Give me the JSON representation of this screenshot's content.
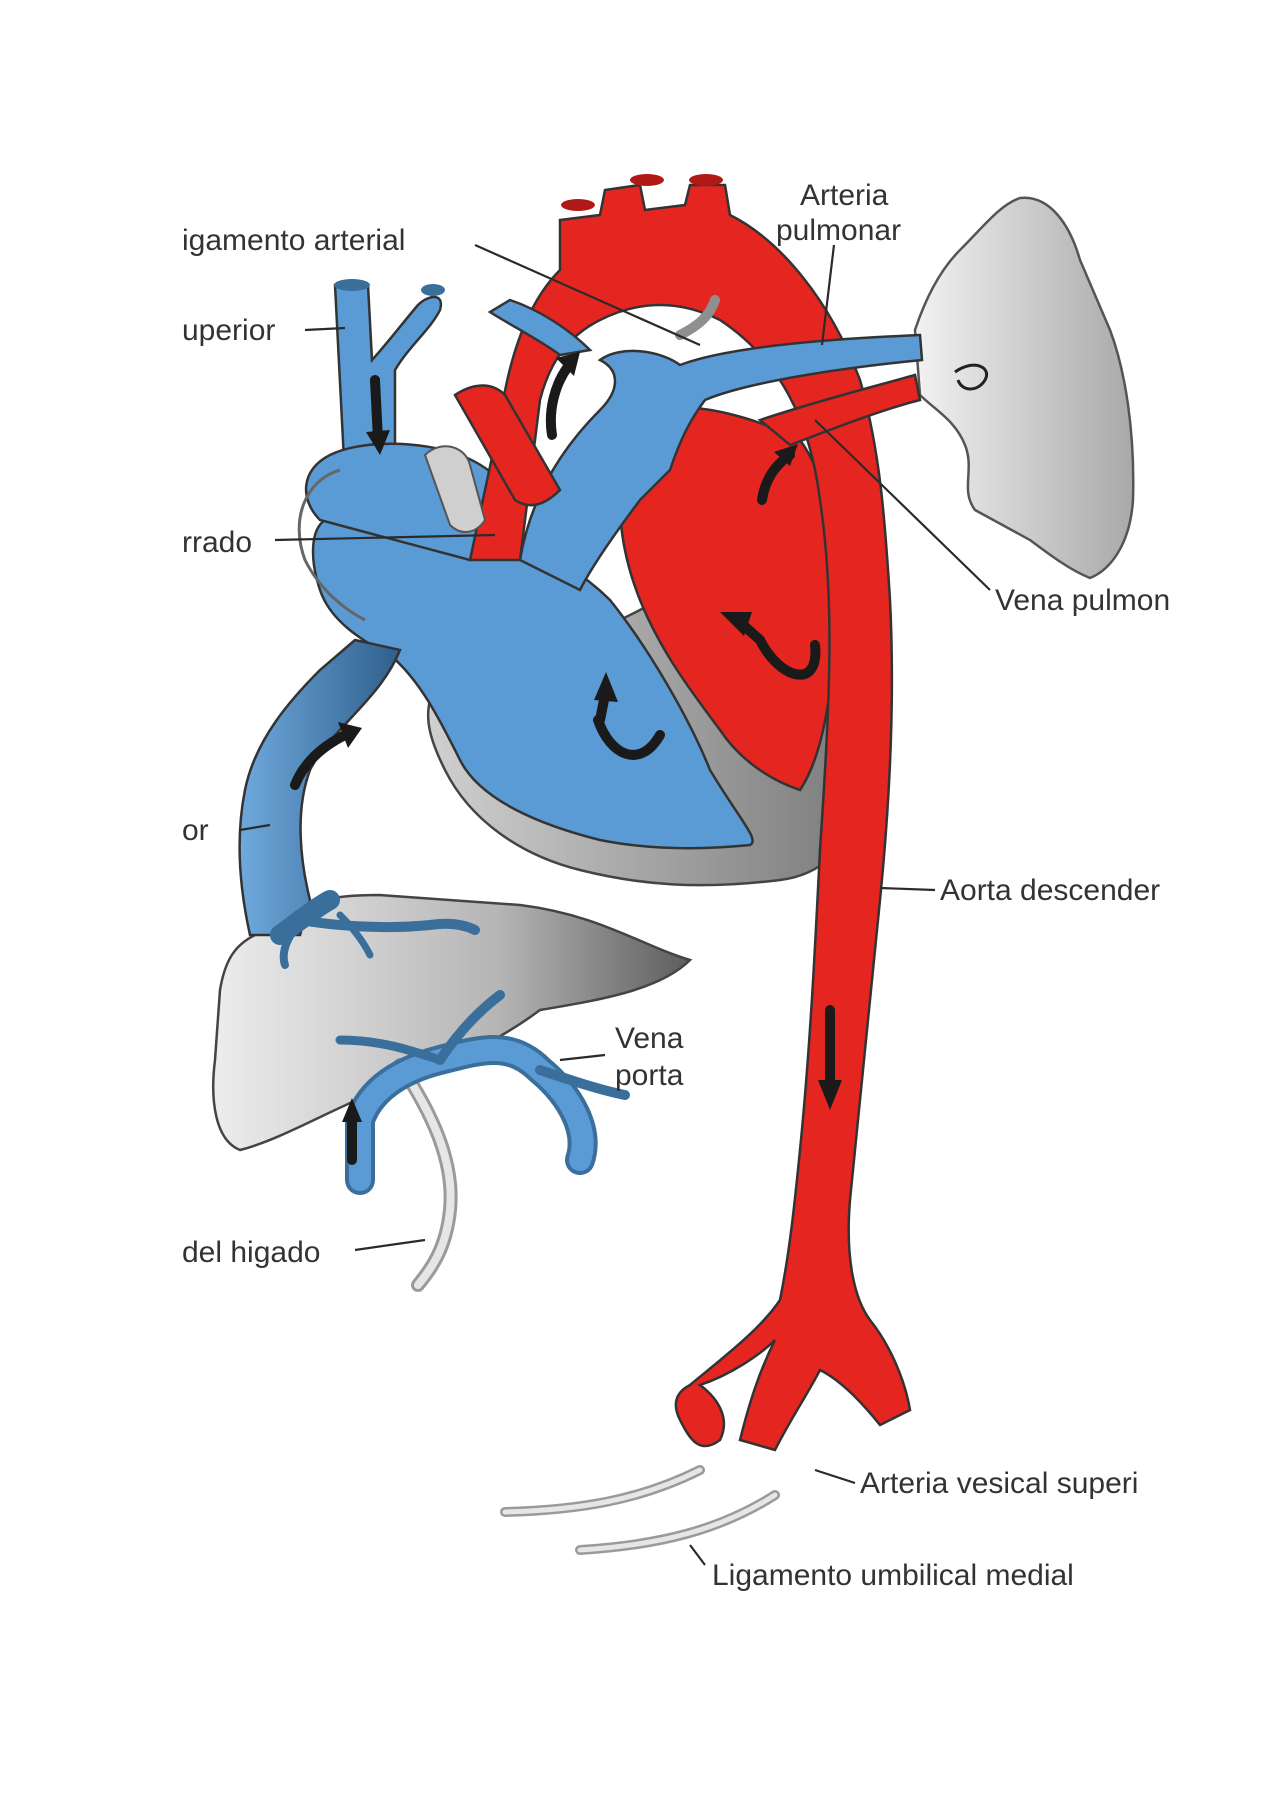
{
  "figure": {
    "labels": {
      "ligamento_arterial": "igamento arterial",
      "cava_superior": "uperior",
      "foramen_cerrado": "rrado",
      "cava_inferior": "or",
      "ligamento_higado": "del higado",
      "arteria_pulmonar_1": "Arteria",
      "arteria_pulmonar_2": "pulmonar",
      "vena_pulmonar": "Vena pulmon",
      "aorta_descendente": "Aorta descender",
      "vena_porta_1": "Vena",
      "vena_porta_2": "porta",
      "arteria_vesical": "Arteria vesical superi",
      "ligamento_umbilical": "Ligamento umbilical medial"
    },
    "colors": {
      "arterial_red": "#e52620",
      "venous_blue": "#5b9bd5",
      "venous_dark_blue": "#3a6f9c",
      "tissue_gray": "#b8b8b8",
      "ligament_gray": "#d6d6d6",
      "label_text": "#333333"
    }
  }
}
